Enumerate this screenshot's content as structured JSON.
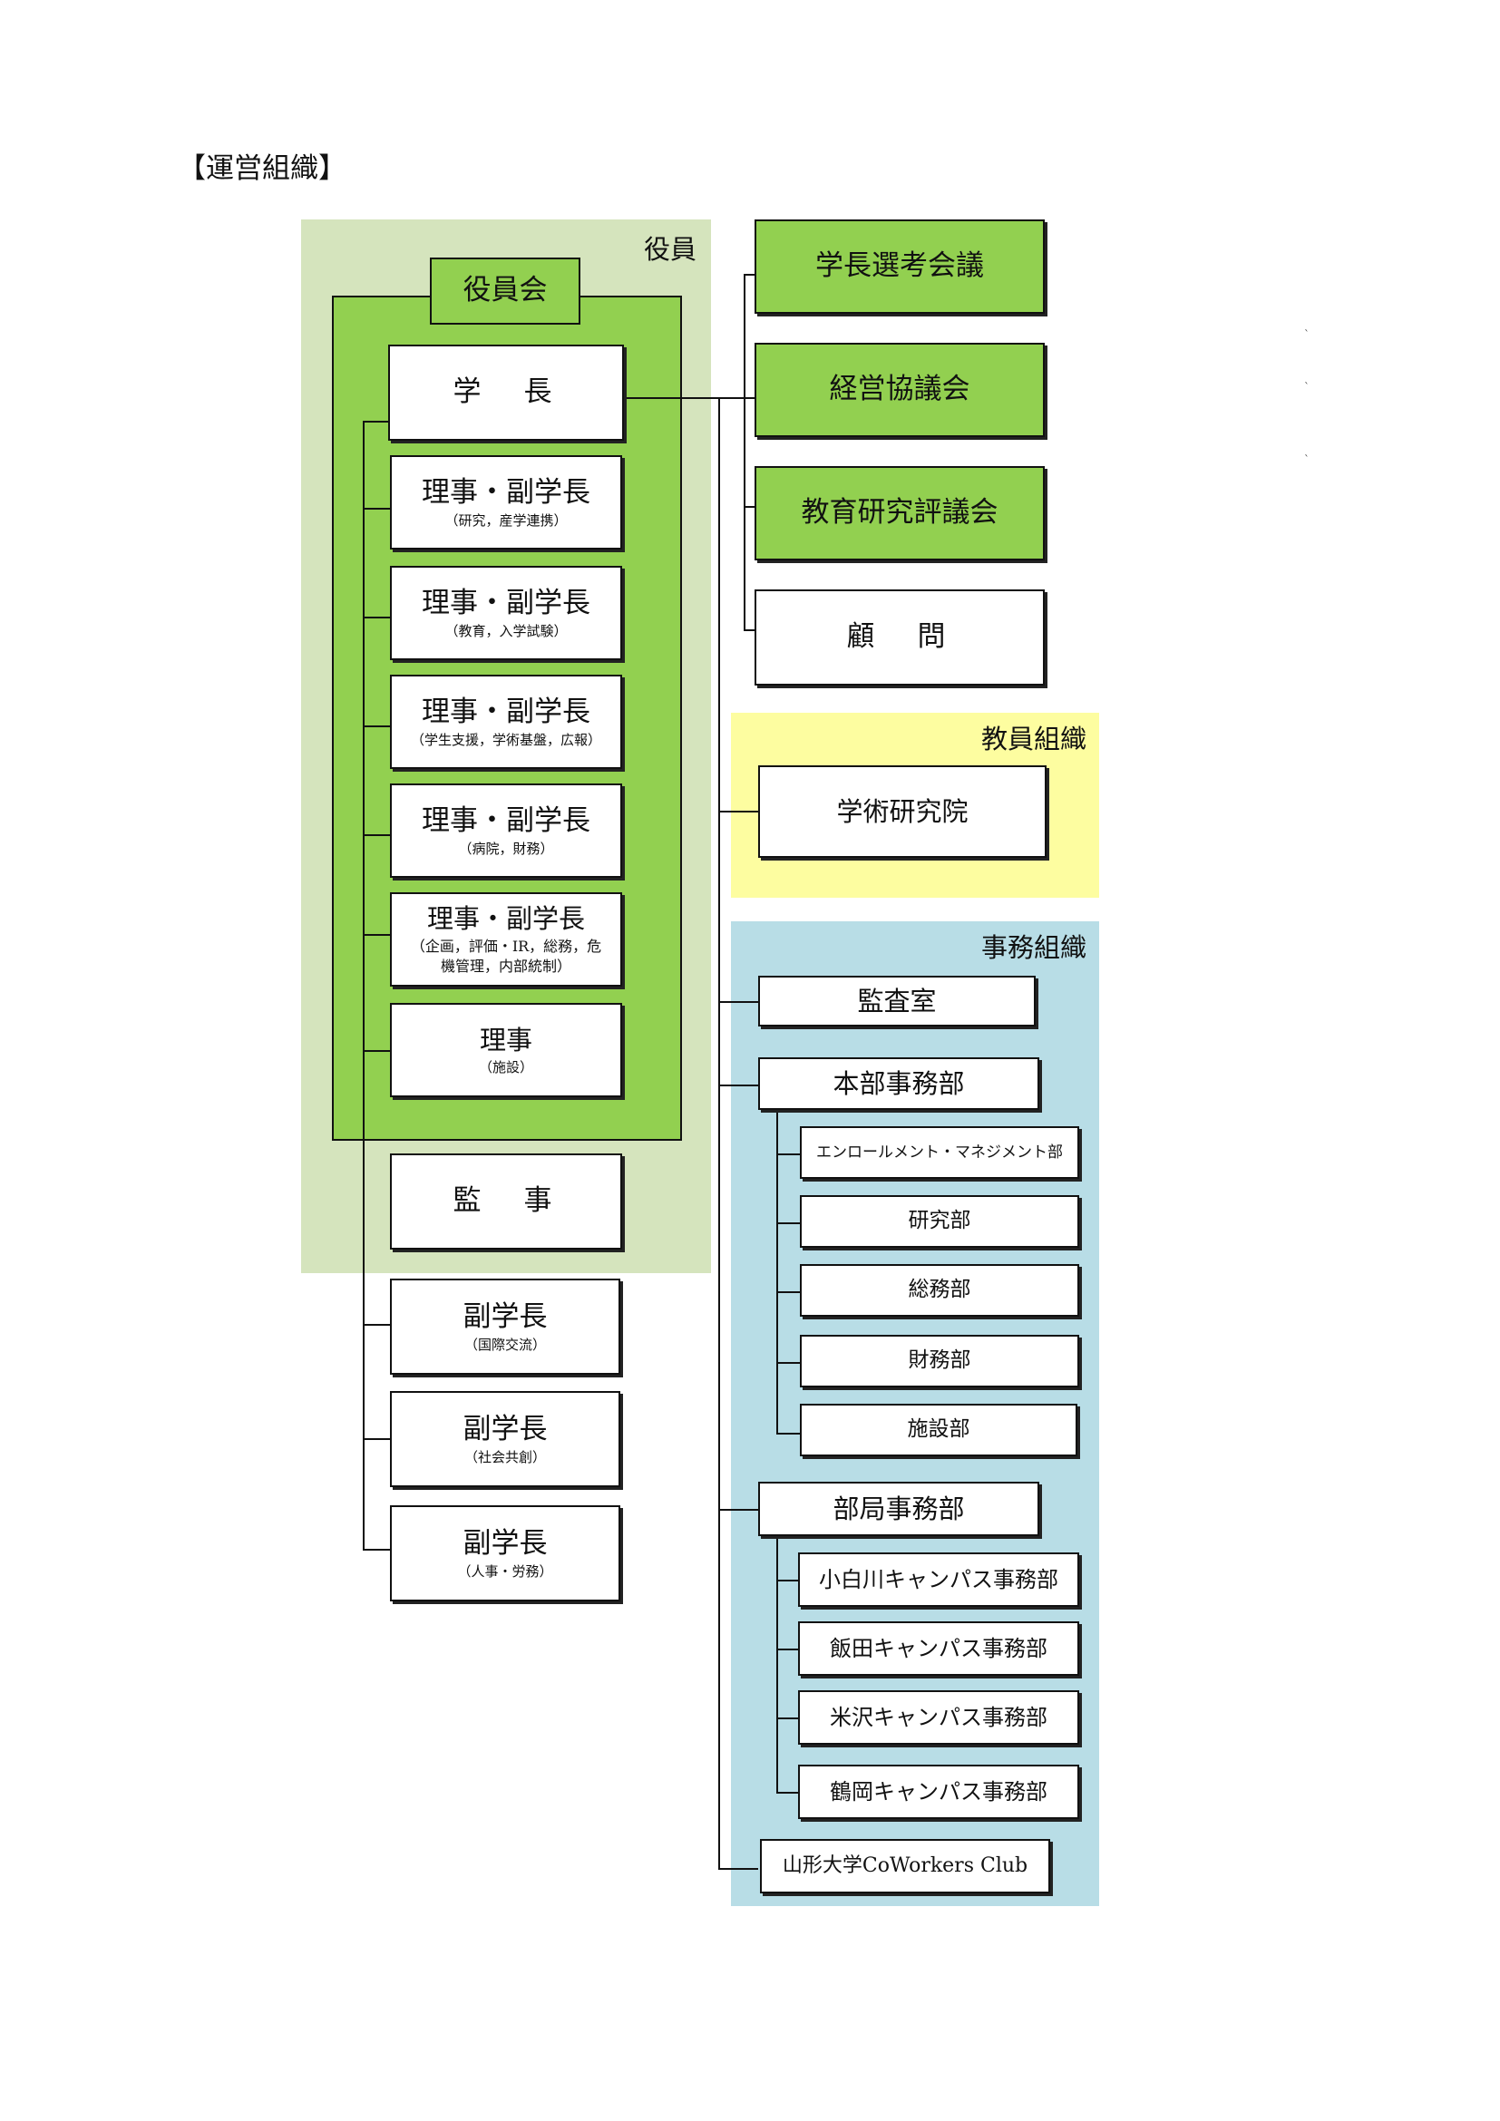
{
  "page_heading": "【運営組織】",
  "regions": {
    "yakuin": "役員",
    "kyoin": "教員組織",
    "jimu": "事務組織"
  },
  "yakuinkai": "役員会",
  "president": "学　長",
  "executives": [
    {
      "title": "理事・副学長",
      "note": "（研究，産学連携）"
    },
    {
      "title": "理事・副学長",
      "note": "（教育，入学試験）"
    },
    {
      "title": "理事・副学長",
      "note": "（学生支援，学術基盤，広報）"
    },
    {
      "title": "理事・副学長",
      "note": "（病院，財務）"
    },
    {
      "title": "理事・副学長",
      "note": "（企画，評価・IR，総務，危機管理，内部統制）"
    },
    {
      "title": "理事",
      "note": "（施設）"
    }
  ],
  "auditor": "監　事",
  "vice_presidents": [
    {
      "title": "副学長",
      "note": "（国際交流）"
    },
    {
      "title": "副学長",
      "note": "（社会共創）"
    },
    {
      "title": "副学長",
      "note": "（人事・労務）"
    }
  ],
  "councils": [
    "学長選考会議",
    "経営協議会",
    "教育研究評議会"
  ],
  "advisor": "顧　問",
  "faculty_org": "学術研究院",
  "office": {
    "audit_office": "監査室",
    "hq": "本部事務部",
    "hq_departments": [
      "エンロールメント・マネジメント部",
      "研究部",
      "総務部",
      "財務部",
      "施設部"
    ],
    "campus": "部局事務部",
    "campus_offices": [
      "小白川キャンパス事務部",
      "飯田キャンパス事務部",
      "米沢キャンパス事務部",
      "鶴岡キャンパス事務部"
    ],
    "club": "山形大学CoWorkers Club"
  },
  "colors": {
    "green": "#92d050",
    "light_green": "#d5e4bd",
    "yellow": "#fdfda0",
    "blue": "#b8dde6"
  }
}
